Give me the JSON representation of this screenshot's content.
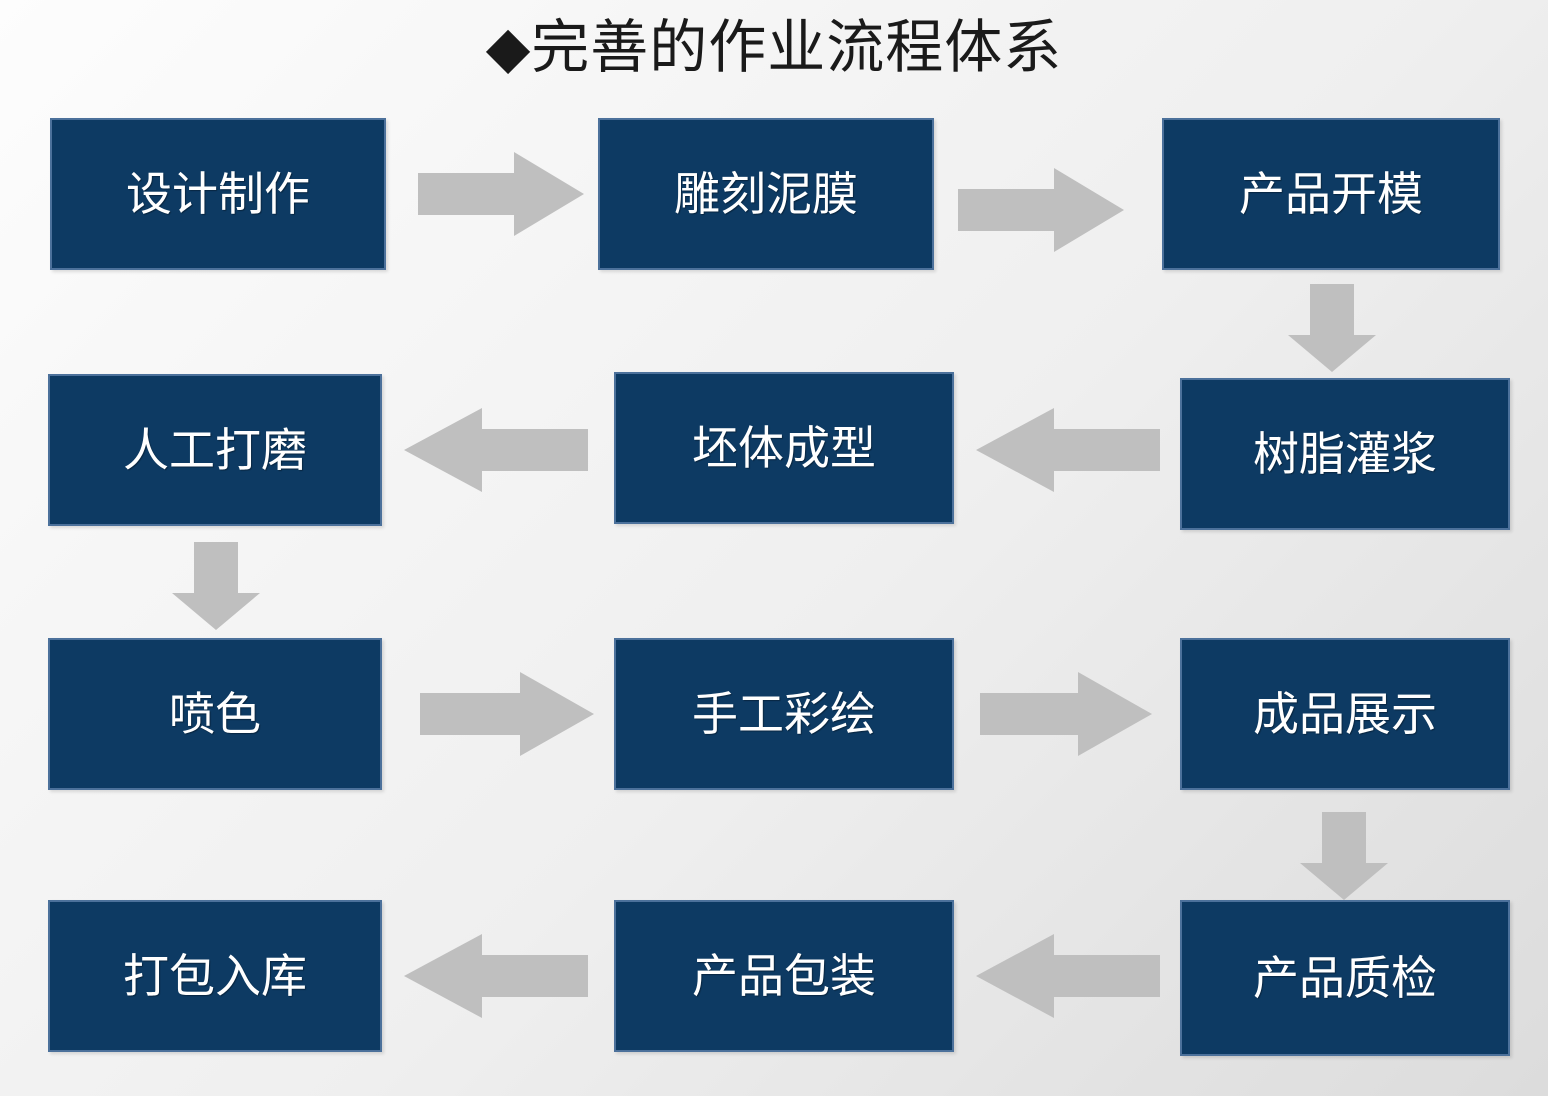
{
  "slide": {
    "title": "◆完善的作业流程体系",
    "title_bullet": "◆",
    "background_color": "#efefef",
    "node_fill_color": "#0d3a63",
    "node_border_color": "#4c719b",
    "node_text_color": "#ffffff",
    "arrow_color": "#bfbfbf"
  },
  "flow": {
    "nodes": [
      {
        "id": "design",
        "label": "设计制作",
        "row": 1,
        "col": 1
      },
      {
        "id": "carve",
        "label": "雕刻泥膜",
        "row": 1,
        "col": 2
      },
      {
        "id": "mold",
        "label": "产品开模",
        "row": 1,
        "col": 3
      },
      {
        "id": "resin",
        "label": "树脂灌浆",
        "row": 2,
        "col": 3
      },
      {
        "id": "forming",
        "label": "坯体成型",
        "row": 2,
        "col": 2
      },
      {
        "id": "polishing",
        "label": "人工打磨",
        "row": 2,
        "col": 1
      },
      {
        "id": "spray",
        "label": "喷色",
        "row": 3,
        "col": 1
      },
      {
        "id": "painting",
        "label": "手工彩绘",
        "row": 3,
        "col": 2
      },
      {
        "id": "display",
        "label": "成品展示",
        "row": 3,
        "col": 3
      },
      {
        "id": "inspection",
        "label": "产品质检",
        "row": 4,
        "col": 3
      },
      {
        "id": "packaging",
        "label": "产品包装",
        "row": 4,
        "col": 2
      },
      {
        "id": "warehousing",
        "label": "打包入库",
        "row": 4,
        "col": 1
      }
    ],
    "connectors": [
      {
        "id": "a1",
        "from": "design",
        "to": "carve",
        "direction": "right"
      },
      {
        "id": "a2",
        "from": "carve",
        "to": "mold",
        "direction": "right"
      },
      {
        "id": "a3",
        "from": "mold",
        "to": "resin",
        "direction": "down"
      },
      {
        "id": "a4",
        "from": "resin",
        "to": "forming",
        "direction": "left"
      },
      {
        "id": "a5",
        "from": "forming",
        "to": "polishing",
        "direction": "left"
      },
      {
        "id": "a6",
        "from": "polishing",
        "to": "spray",
        "direction": "down"
      },
      {
        "id": "a7",
        "from": "spray",
        "to": "painting",
        "direction": "right"
      },
      {
        "id": "a8",
        "from": "painting",
        "to": "display",
        "direction": "right"
      },
      {
        "id": "a9",
        "from": "display",
        "to": "inspection",
        "direction": "down"
      },
      {
        "id": "a10",
        "from": "inspection",
        "to": "packaging",
        "direction": "left"
      },
      {
        "id": "a11",
        "from": "packaging",
        "to": "warehousing",
        "direction": "left"
      }
    ]
  }
}
